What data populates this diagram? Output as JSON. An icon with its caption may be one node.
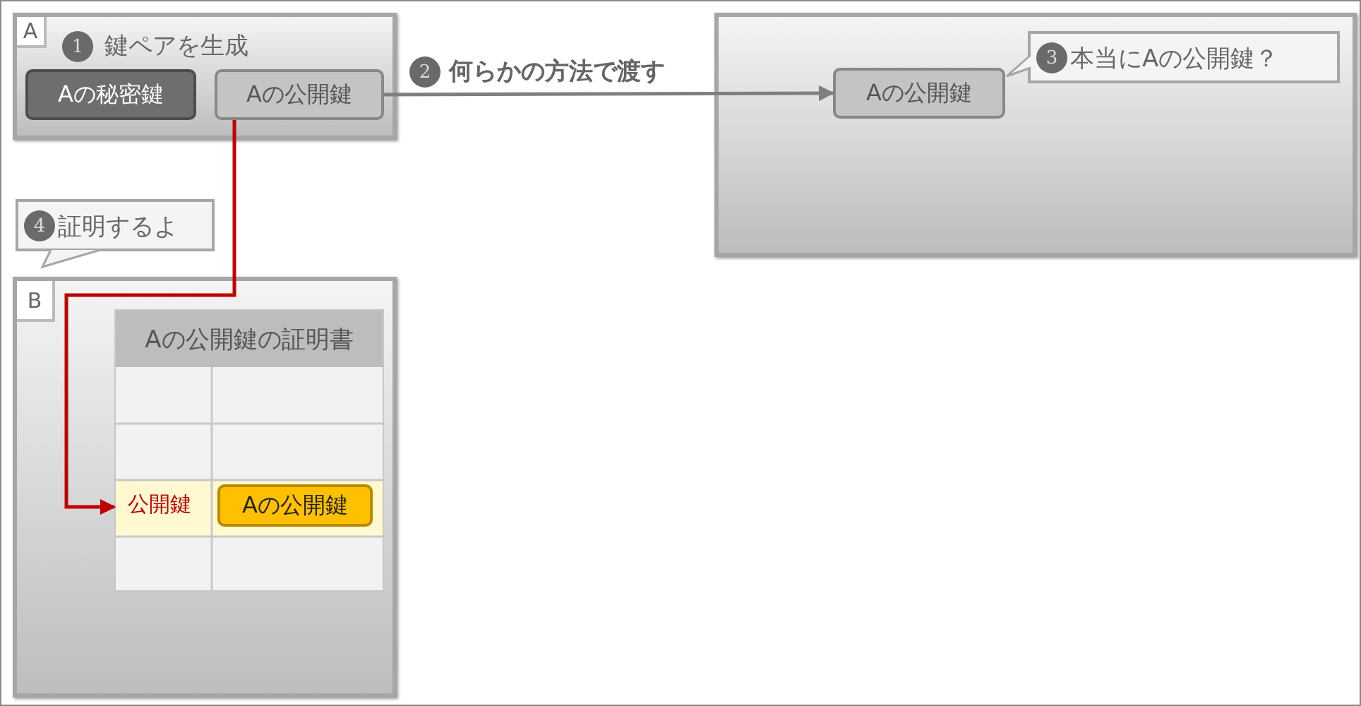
{
  "diagram": {
    "nodes": [
      {
        "text": [
          "A",
          "1",
          "鍵ペアを生成"
        ]
      },
      {
        "text": [
          "Aの秘密鍵"
        ],
        "in": 0
      },
      {
        "text": [
          "Aの公開鍵"
        ],
        "in": 0
      },
      {
        "text": [],
        "shape": "box"
      },
      {
        "text": [
          "Aの公開鍵"
        ],
        "in": 3
      },
      {
        "text": [
          "3",
          "本当にAの公開鍵？"
        ],
        "in": 3
      },
      {
        "text": [
          "4",
          "証明するよ"
        ]
      },
      {
        "text": [
          "B"
        ]
      },
      {
        "text": [
          "Aの公開鍵の証明書"
        ],
        "in": 7
      },
      {
        "text": [
          "公開鍵"
        ],
        "in": 8
      },
      {
        "text": [
          "Aの公開鍵"
        ],
        "in": 8
      }
    ],
    "edges": [
      {
        "from": 2,
        "to": 4,
        "arrow": "to",
        "label": "何らかの方法で渡す"
      },
      {
        "from": 2,
        "to": 9,
        "arrow": "to",
        "color": "#c00000"
      }
    ],
    "labels": [
      "2"
    ]
  }
}
